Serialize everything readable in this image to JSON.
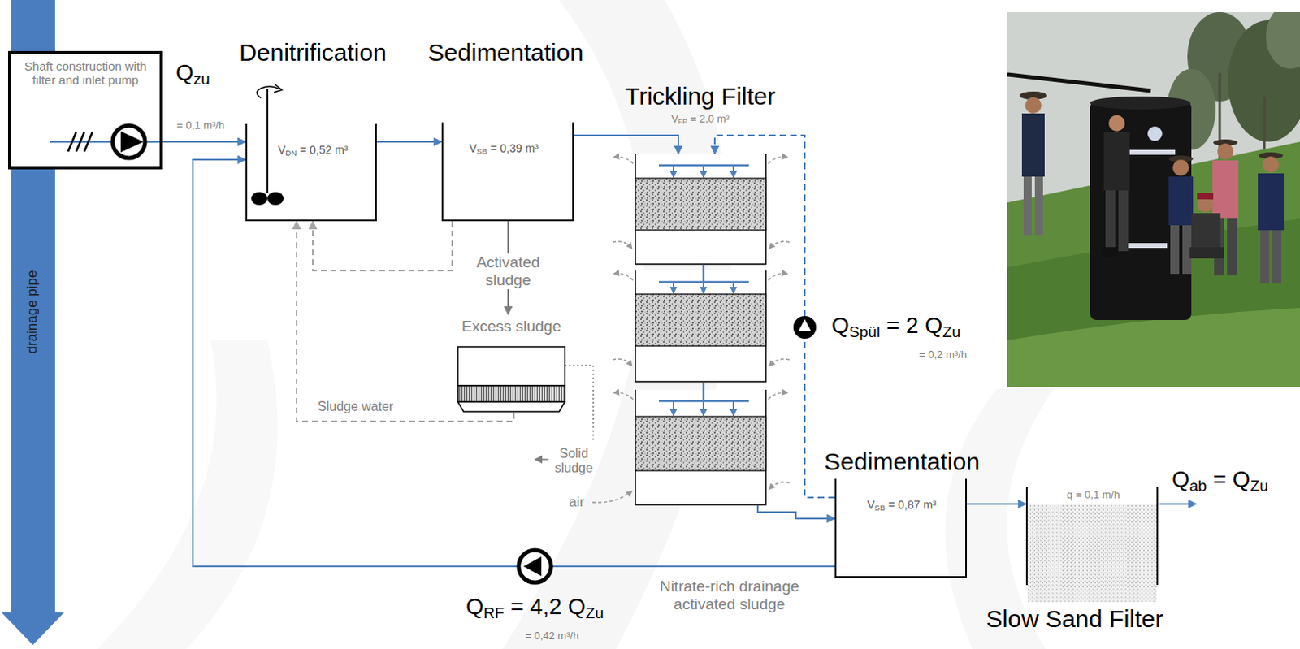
{
  "diagram": {
    "nodes": [
      {
        "text": [
          "Shaft construction with filter and inlet pump"
        ]
      },
      {
        "text": [
          "Denitrification",
          "VDN = 0,52 m³"
        ]
      },
      {
        "text": [
          "Sedimentation",
          "VSB = 0,39 m³"
        ]
      },
      {
        "text": [
          "Excess sludge"
        ]
      },
      {
        "text": [
          "Trickling Filter",
          "VFP = 2,0 m³"
        ]
      },
      {
        "text": [
          "Sedimentation",
          "VSB = 0,87 m³"
        ]
      },
      {
        "text": [
          "q = 0,1 m/h",
          "Slow Sand Filter"
        ]
      }
    ],
    "edges": [
      {
        "from": 0,
        "to": 1,
        "arrow": "to"
      },
      {
        "from": 1,
        "to": 2,
        "arrow": "to"
      },
      {
        "from": 2,
        "to": 3,
        "label": "Activated sludge",
        "arrow": "to"
      },
      {
        "from": 2,
        "to": 1,
        "arrow": "to"
      },
      {
        "from": 3,
        "to": 1,
        "arrow": "to"
      },
      {
        "from": 2,
        "to": 4,
        "arrow": "to"
      },
      {
        "from": 4,
        "to": 5,
        "arrow": "to"
      },
      {
        "from": 5,
        "to": 6,
        "arrow": "to"
      },
      {
        "from": 5,
        "to": 4,
        "arrow": "to"
      },
      {
        "from": 5,
        "to": 1,
        "arrow": "to"
      }
    ],
    "labels": [
      "drainage pipe",
      "Qzu",
      "= 0,1 m³/h",
      "Sludge water",
      "Solid sludge",
      "air",
      "QSpül = 2 QZu",
      "= 0,2 m³/h",
      "QRF = 4,2 QZu",
      "= 0,42 m³/h",
      "Nitrate-rich drainage activated sludge",
      "Qab = QZu"
    ]
  }
}
